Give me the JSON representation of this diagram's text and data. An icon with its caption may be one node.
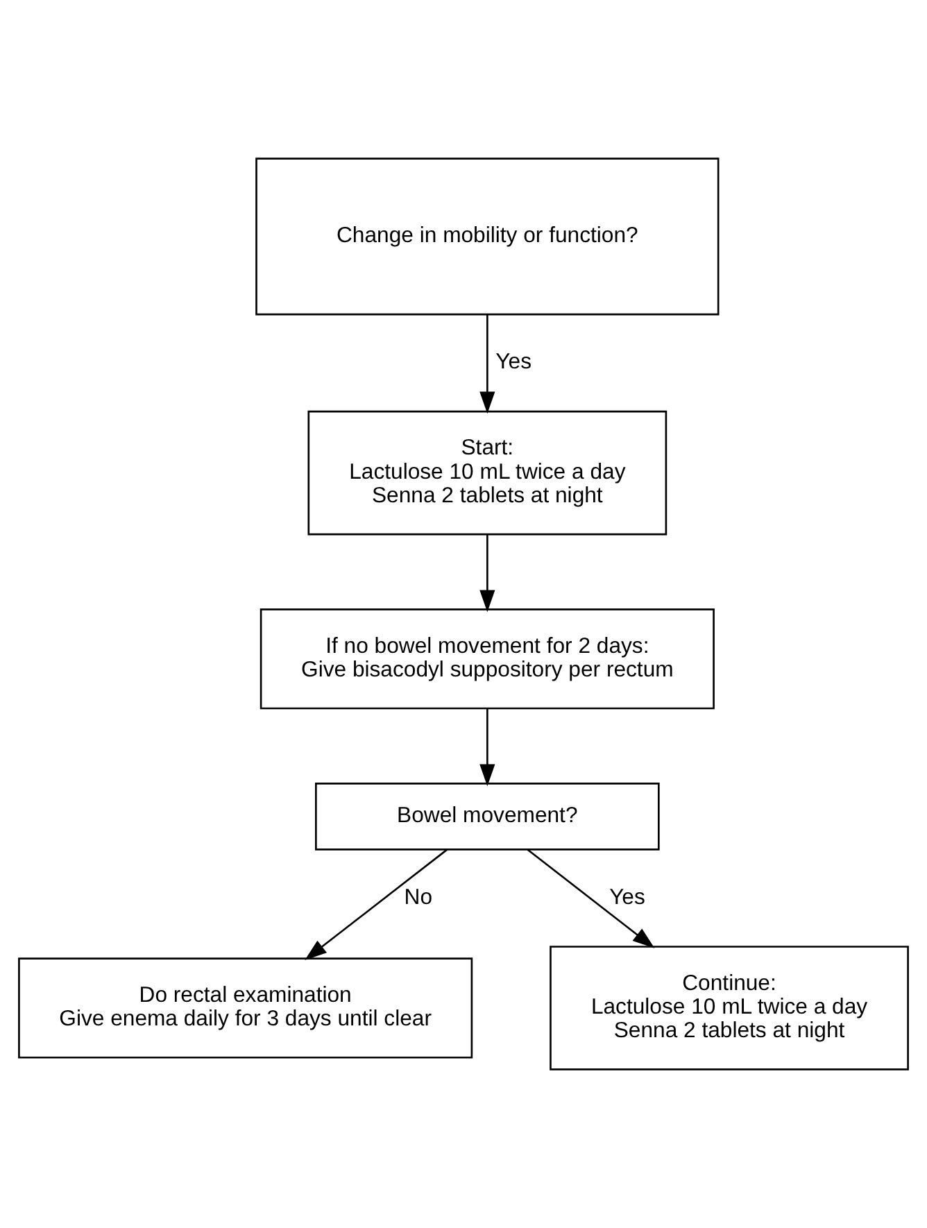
{
  "diagram": {
    "nodes": [
      {
        "text": [
          "Change in mobility or function?"
        ]
      },
      {
        "text": [
          "Start:",
          "Lactulose 10 mL twice a day",
          "Senna 2 tablets at night"
        ]
      },
      {
        "text": [
          "If no bowel movement for 2 days:",
          "Give bisacodyl suppository per rectum"
        ]
      },
      {
        "text": [
          "Bowel movement?"
        ]
      },
      {
        "text": [
          "Do rectal examination",
          "Give enema daily for 3 days until clear"
        ]
      },
      {
        "text": [
          "Continue:",
          "Lactulose 10 mL twice a day",
          "Senna 2 tablets at night"
        ]
      }
    ],
    "edges": [
      {
        "from": 0,
        "to": 1,
        "arrow": "to",
        "label": "Yes"
      },
      {
        "from": 1,
        "to": 2,
        "arrow": "to"
      },
      {
        "from": 2,
        "to": 3,
        "arrow": "to"
      },
      {
        "from": 3,
        "to": 4,
        "arrow": "to",
        "label": "No"
      },
      {
        "from": 3,
        "to": 5,
        "arrow": "to",
        "label": "Yes"
      }
    ]
  }
}
